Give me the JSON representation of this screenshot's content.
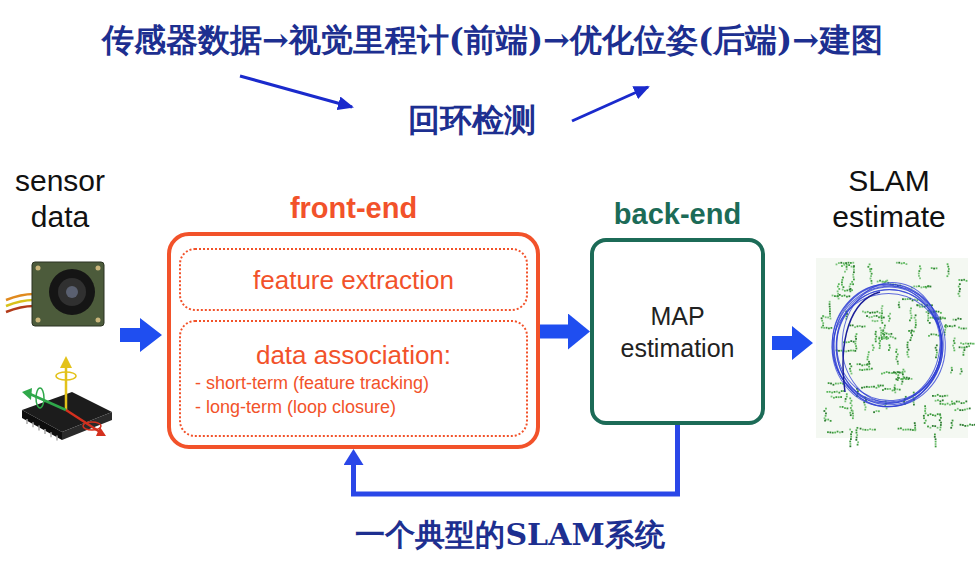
{
  "diagram": {
    "title": "传感器数据→视觉里程计(前端)→优化位姿(后端)→建图",
    "caption": "一个典型的SLAM系统",
    "nodes": [
      {
        "text": [
          "front-end"
        ]
      },
      {
        "text": [
          "feature extraction"
        ],
        "in": 0
      },
      {
        "text": [
          "data association:",
          "- short-term (feature tracking)",
          "- long-term (loop closure)"
        ],
        "in": 0
      },
      {
        "text": [
          "back-end",
          "MAP estimation"
        ]
      }
    ],
    "edges": [
      {
        "from": 0,
        "to": 3,
        "arrow": "to"
      },
      {
        "from": 3,
        "to": 0,
        "arrow": "to"
      }
    ],
    "labels": [
      "回环检测",
      "sensor data",
      "SLAM estimate"
    ]
  }
}
